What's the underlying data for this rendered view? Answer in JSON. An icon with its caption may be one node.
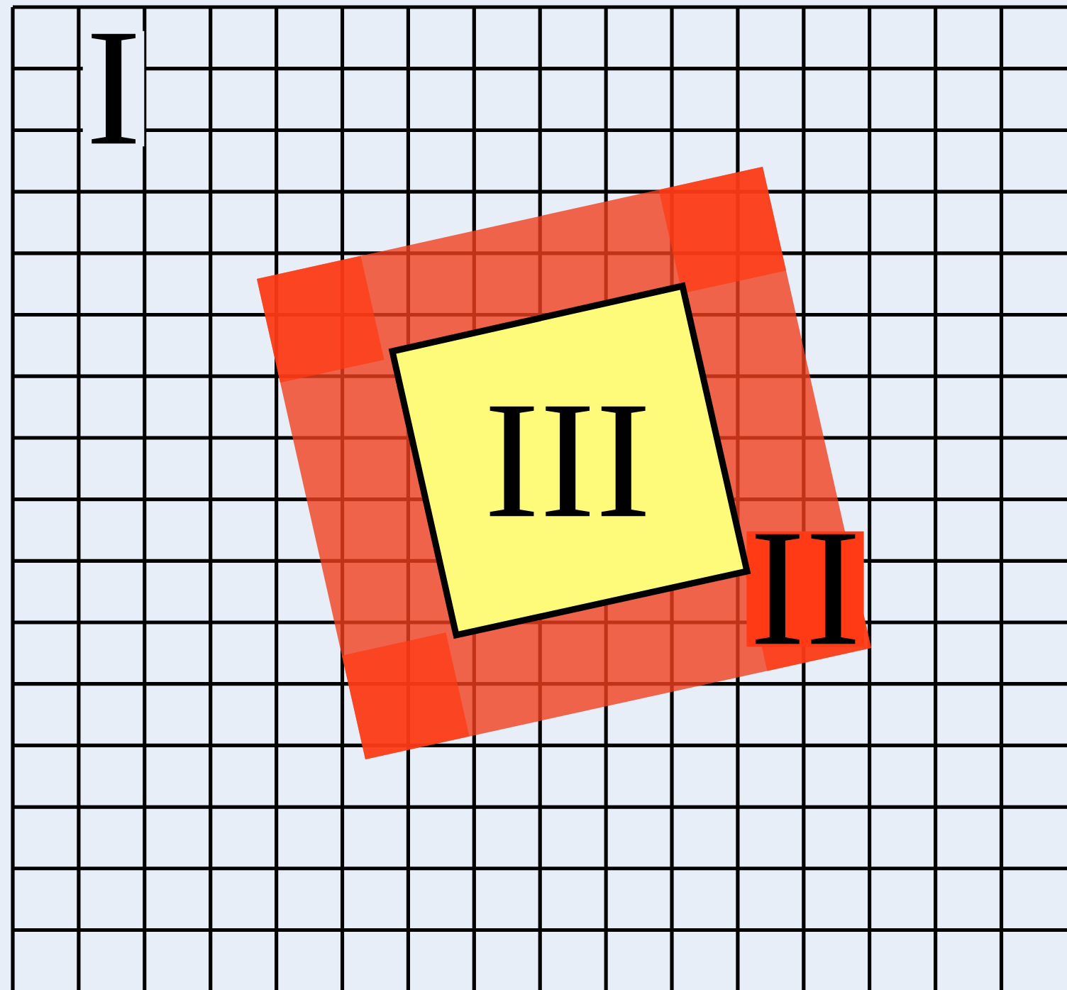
{
  "diagram": {
    "nodes": [
      {
        "text": [
          "I"
        ]
      },
      {
        "text": [
          "II"
        ],
        "in": 0
      },
      {
        "text": [
          "III"
        ],
        "in": 1
      }
    ]
  }
}
